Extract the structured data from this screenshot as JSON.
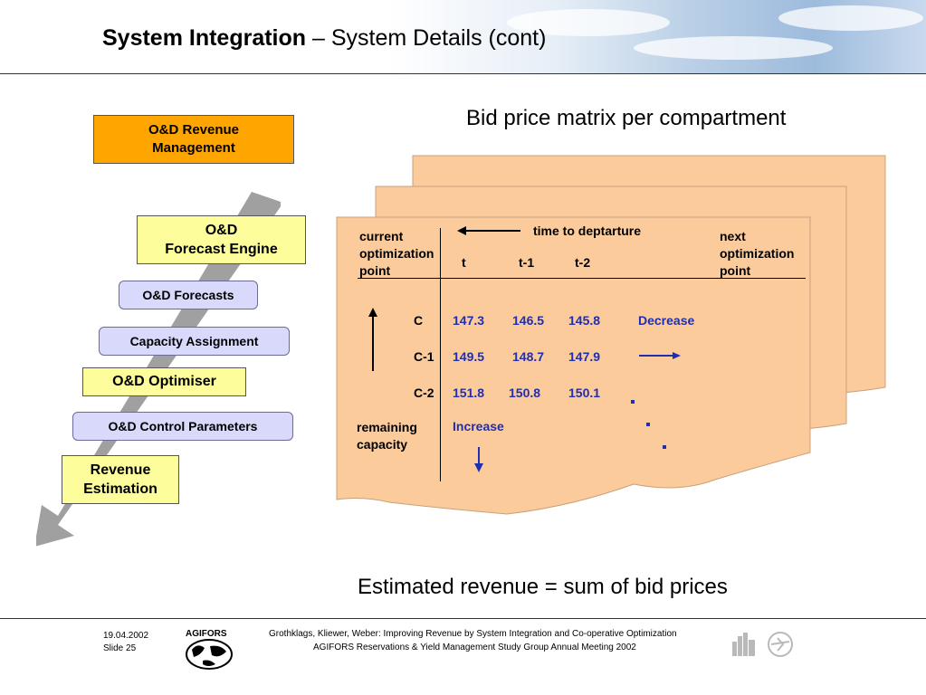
{
  "header": {
    "title_bold": "System Integration",
    "title_rest": " – System Details (cont)"
  },
  "left": {
    "rm_box": "O&D Revenue Management",
    "forecast_engine_line1": "O&D",
    "forecast_engine_line2": "Forecast Engine",
    "forecasts": "O&D Forecasts",
    "capacity": "Capacity Assignment",
    "optimiser": "O&D Optimiser",
    "control": "O&D Control Parameters",
    "revenue_line1": "Revenue",
    "revenue_line2": "Estimation"
  },
  "matrix": {
    "heading": "Bid price matrix per compartment",
    "current": [
      "current",
      "optimization",
      "point"
    ],
    "time_label": "time to deptarture",
    "next": [
      "next",
      "optimization",
      "point"
    ],
    "cols": [
      "t",
      "t-1",
      "t-2"
    ],
    "rows": [
      {
        "label": "C",
        "values": [
          "147.3",
          "146.5",
          "145.8"
        ]
      },
      {
        "label": "C-1",
        "values": [
          "149.5",
          "148.7",
          "147.9"
        ]
      },
      {
        "label": "C-2",
        "values": [
          "151.8",
          "150.8",
          "150.1"
        ]
      }
    ],
    "decrease": "Decrease",
    "increase": "Increase",
    "remaining": [
      "remaining",
      "capacity"
    ]
  },
  "formula": "Estimated revenue = sum of bid prices",
  "footer": {
    "date": "19.04.2002",
    "slide": "Slide 25",
    "logo": "AGIFORS",
    "line1": "Grothklags, Kliewer, Weber: Improving Revenue by System Integration and Co-operative Optimization",
    "line2": "AGIFORS Reservations & Yield Management Study Group Annual Meeting 2002"
  },
  "colors": {
    "orange": "#ffa500",
    "yellow": "#fdfd9c",
    "lavender": "#d9d9fb",
    "sheet": "#fbcb9c",
    "blue_text": "#1f2fb0",
    "arrow_gray": "#a0a0a0"
  }
}
